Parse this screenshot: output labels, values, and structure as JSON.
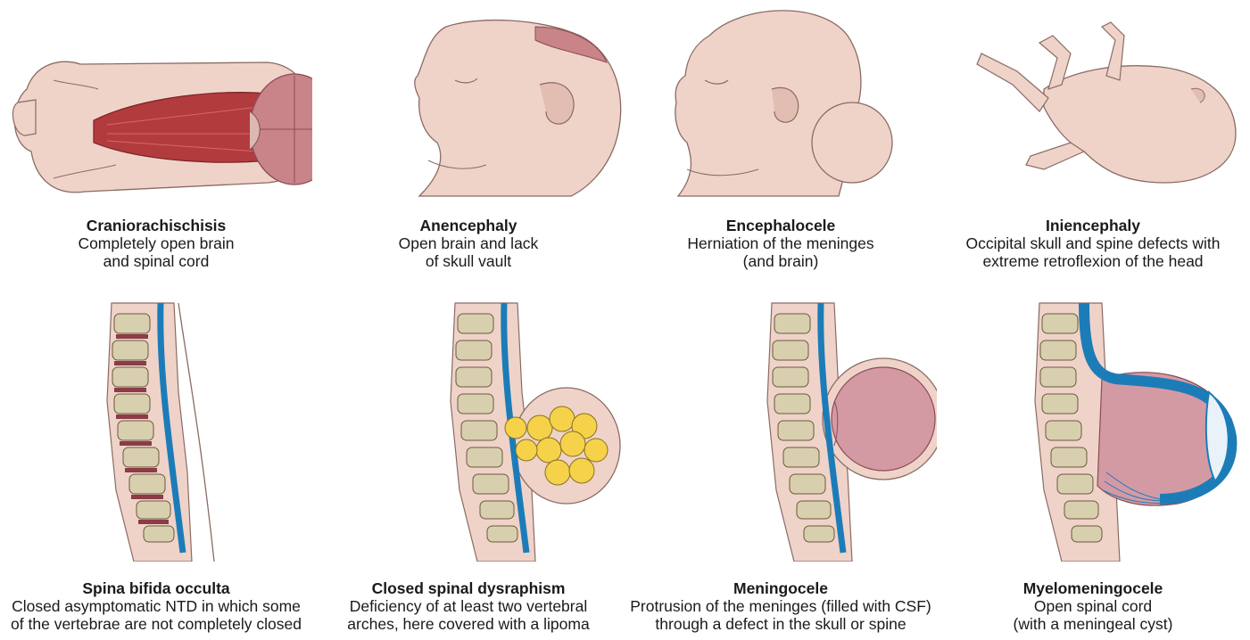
{
  "colors": {
    "skin": "#efd3c9",
    "skin_shadow": "#e2bdb1",
    "outline": "#8a6b63",
    "muscle": "#b23b3e",
    "brain": "#c98489",
    "csf_sac": "#d49aa4",
    "nerve": "#1c7cb8",
    "vertebra": "#d8cfae",
    "disc": "#8c3b47",
    "fat": "#f5d24a"
  },
  "top_row": [
    {
      "title": "Craniorachischisis",
      "desc": "Completely open brain\nand spinal cord"
    },
    {
      "title": "Anencephaly",
      "desc": "Open brain and lack\nof skull vault"
    },
    {
      "title": "Encephalocele",
      "desc": "Herniation of the meninges\n(and brain)"
    },
    {
      "title": "Iniencephaly",
      "desc": "Occipital skull and spine defects with\nextreme retroflexion of the head"
    }
  ],
  "bottom_row": [
    {
      "title": "Spina bifida occulta",
      "desc": "Closed asymptomatic NTD in which some\nof the vertebrae are not completely closed"
    },
    {
      "title": "Closed spinal dysraphism",
      "desc": "Deficiency of at least two vertebral\narches, here covered with a lipoma"
    },
    {
      "title": "Meningocele",
      "desc": "Protrusion of the meninges (filled with CSF)\nthrough a defect in the skull or spine"
    },
    {
      "title": "Myelomeningocele",
      "desc": "Open spinal cord\n(with a meningeal cyst)"
    }
  ]
}
